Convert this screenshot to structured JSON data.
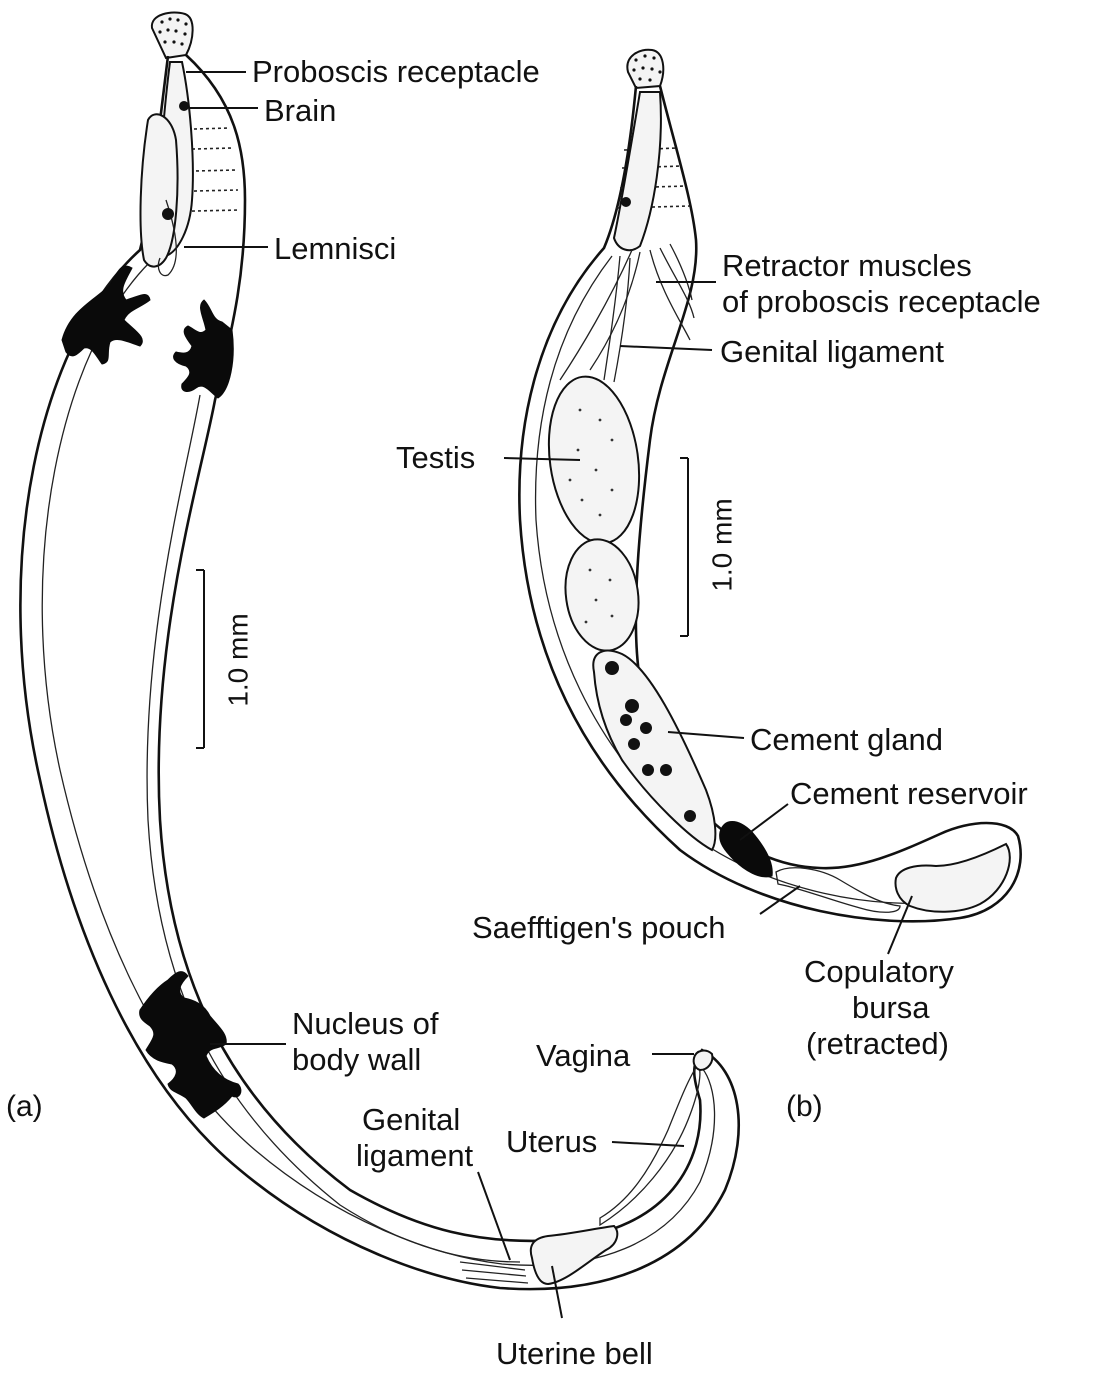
{
  "panel_a": {
    "panel_label": "(a)",
    "labels": {
      "proboscis_receptacle": "Proboscis receptacle",
      "brain": "Brain",
      "lemnisci": "Lemnisci",
      "nucleus_line1": "Nucleus of",
      "nucleus_line2": "body wall",
      "vagina": "Vagina",
      "genital_line1": "Genital",
      "genital_line2": "ligament",
      "uterus": "Uterus",
      "uterine_bell": "Uterine bell"
    },
    "scale_bar": "1.0 mm"
  },
  "panel_b": {
    "panel_label": "(b)",
    "labels": {
      "retractor_line1": "Retractor muscles",
      "retractor_line2": "of proboscis receptacle",
      "genital_ligament": "Genital ligament",
      "testis": "Testis",
      "cement_gland": "Cement gland",
      "cement_reservoir": "Cement reservoir",
      "saefftigens_pouch": "Saefftigen's pouch",
      "copulatory_line1": "Copulatory",
      "copulatory_line2": "bursa",
      "copulatory_line3": "(retracted)"
    },
    "scale_bar": "1.0 mm"
  }
}
